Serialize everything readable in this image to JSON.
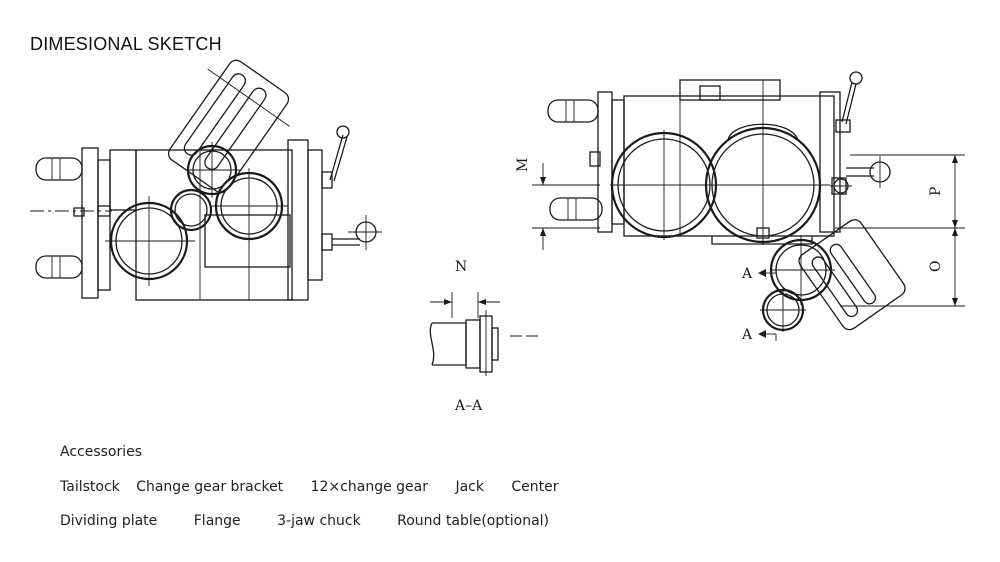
{
  "title": "DIMESIONAL SKETCH",
  "dimension_labels": {
    "m": "M",
    "p": "P",
    "o": "O",
    "n": "N",
    "a_top": "A",
    "a_bottom": "A",
    "section": "A–A"
  },
  "accessories": {
    "heading": "Accessories",
    "row1": [
      "Tailstock",
      "Change gear bracket",
      "12×change gear",
      "Jack",
      "Center"
    ],
    "row2": [
      "Dividing plate",
      "Flange",
      "3-jaw chuck",
      "Round table(optional)"
    ]
  }
}
